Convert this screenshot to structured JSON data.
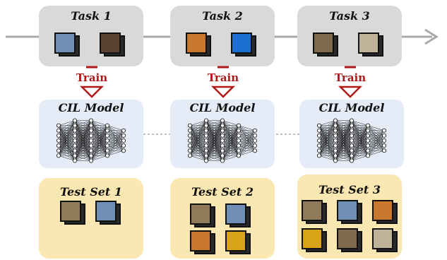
{
  "tasks": [
    {
      "title": "Task 1",
      "images": [
        "bird",
        "dog"
      ]
    },
    {
      "title": "Task 2",
      "images": [
        "tiger",
        "fish"
      ]
    },
    {
      "title": "Task 3",
      "images": [
        "monkey",
        "sheep"
      ]
    }
  ],
  "train_label": "Train",
  "model_label": "CIL Model",
  "test_sets": [
    {
      "title": "Test Set 1",
      "images": [
        "dog",
        "bird"
      ]
    },
    {
      "title": "Test Set 2",
      "images": [
        "dog",
        "bird",
        "tiger",
        "fish"
      ]
    },
    {
      "title": "Test Set 3",
      "images": [
        "dog",
        "bird",
        "tiger",
        "fish",
        "monkey",
        "sheep"
      ]
    }
  ],
  "colors": {
    "task_box": "#d9d9d9",
    "model_box": "#e6ecf7",
    "test_box": "#fbe7b2",
    "train_arrow": "#b01818",
    "timeline": "#a8a8a8",
    "connector": "#999999"
  },
  "image_colors": {
    "bird": "#6f8fb5",
    "dog": "#5b4233",
    "tiger": "#c7782c",
    "fish": "#1c6fd0",
    "monkey": "#7f6a4c",
    "sheep": "#bfb49a"
  }
}
